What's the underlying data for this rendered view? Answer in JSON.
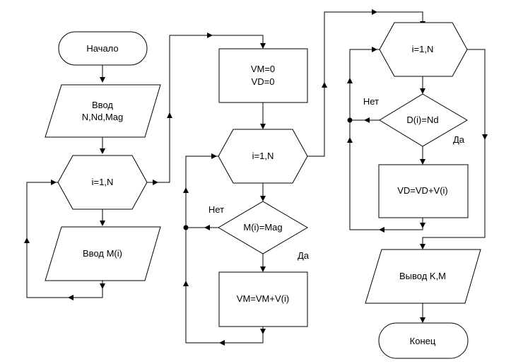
{
  "flowchart": {
    "start": "Начало",
    "input_1": [
      "Ввод",
      "N,Nd,Mag"
    ],
    "loop_1": "i=1,N",
    "input_2": "Ввод M(i)",
    "assign_1": [
      "VM=0",
      "VD=0"
    ],
    "loop_2": "i=1,N",
    "cond_1": "M(i)=Mag",
    "cond_1_no": "Нет",
    "cond_1_yes": "Да",
    "process_1": "VM=VM+V(i)",
    "loop_3": "i=1,N",
    "cond_2": "D(i)=Nd",
    "cond_2_no": "Нет",
    "cond_2_yes": "Да",
    "process_2": "VD=VD+V(i)",
    "output": "Вывод K,M",
    "end": "Конец"
  }
}
